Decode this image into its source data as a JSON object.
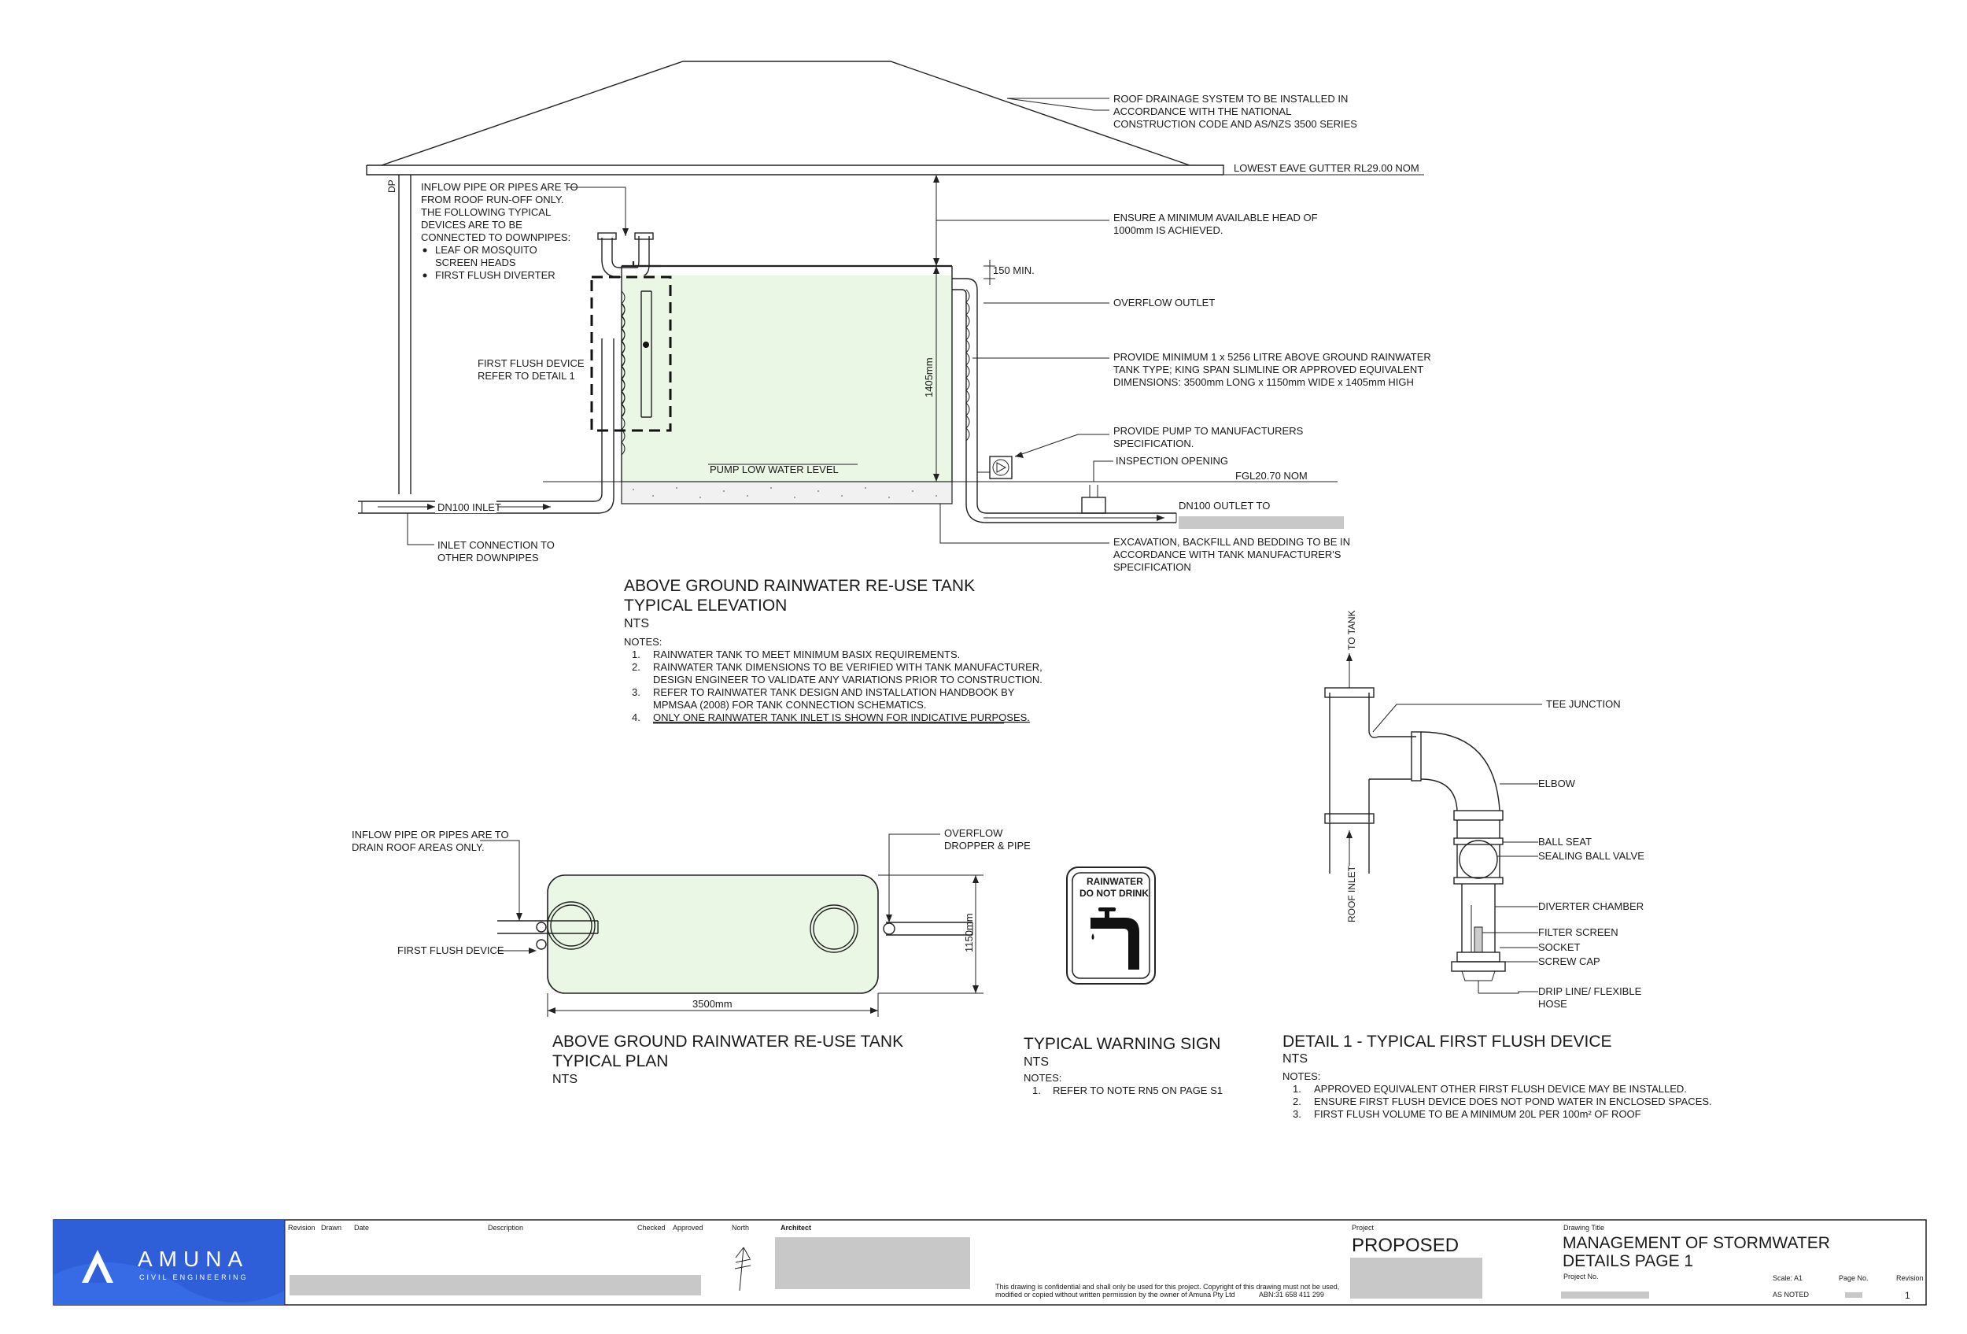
{
  "elevation": {
    "notes_roof": [
      "ROOF DRAINAGE SYSTEM TO BE INSTALLED IN",
      "ACCORDANCE WITH THE NATIONAL",
      "CONSTRUCTION CODE AND AS/NZS 3500 SERIES"
    ],
    "eave": "LOWEST EAVE GUTTER RL29.00 NOM",
    "dp": "DP",
    "inflow": [
      "INFLOW PIPE OR PIPES ARE TO",
      "FROM ROOF RUN-OFF ONLY.",
      "THE FOLLOWING TYPICAL",
      "DEVICES ARE TO BE",
      "CONNECTED TO DOWNPIPES:",
      "LEAF OR MOSQUITO",
      "SCREEN HEADS",
      "FIRST FLUSH DIVERTER"
    ],
    "head": [
      "ENSURE A MINIMUM AVAILABLE HEAD OF",
      "1000mm IS ACHIEVED."
    ],
    "min150": "150 MIN.",
    "overflow": "OVERFLOW OUTLET",
    "tank_spec": [
      "PROVIDE MINIMUM 1 x 5256 LITRE ABOVE GROUND RAINWATER",
      "TANK TYPE; KING SPAN SLIMLINE OR APPROVED EQUIVALENT",
      "DIMENSIONS: 3500mm LONG x 1150mm WIDE x 1405mm HIGH"
    ],
    "height_dim": "1405mm",
    "first_flush": [
      "FIRST FLUSH DEVICE",
      "REFER TO DETAIL 1"
    ],
    "pump": [
      "PROVIDE PUMP TO MANUFACTURERS",
      "SPECIFICATION."
    ],
    "inspection": "INSPECTION OPENING",
    "fgl": "FGL20.70 NOM",
    "pump_low": "PUMP LOW WATER LEVEL",
    "inlet": "DN100 INLET",
    "outlet": "DN100 OUTLET TO",
    "inlet_conn": [
      "INLET CONNECTION TO",
      "OTHER DOWNPIPES"
    ],
    "excavation": [
      "EXCAVATION, BACKFILL AND BEDDING TO BE IN",
      "ACCORDANCE WITH TANK MANUFACTURER'S",
      "SPECIFICATION"
    ],
    "title1": "ABOVE GROUND RAINWATER RE-USE TANK",
    "title2": "TYPICAL ELEVATION",
    "scale": "NTS",
    "notes_label": "NOTES:",
    "notes": [
      {
        "n": "1.",
        "lines": [
          "RAINWATER TANK TO MEET MINIMUM BASIX REQUIREMENTS."
        ]
      },
      {
        "n": "2.",
        "lines": [
          "RAINWATER TANK DIMENSIONS TO BE VERIFIED WITH TANK MANUFACTURER,",
          "DESIGN ENGINEER TO VALIDATE ANY VARIATIONS PRIOR TO CONSTRUCTION."
        ]
      },
      {
        "n": "3.",
        "lines": [
          "REFER TO RAINWATER TANK DESIGN AND INSTALLATION HANDBOOK BY",
          "MPMSAA (2008) FOR TANK CONNECTION SCHEMATICS."
        ]
      },
      {
        "n": "4.",
        "lines": [
          "ONLY ONE RAINWATER TANK INLET IS SHOWN FOR INDICATIVE PURPOSES."
        ]
      }
    ]
  },
  "plan": {
    "inflow": [
      "INFLOW PIPE OR PIPES ARE TO",
      "DRAIN ROOF AREAS ONLY."
    ],
    "overflow": [
      "OVERFLOW",
      "DROPPER & PIPE"
    ],
    "first_flush": "FIRST FLUSH DEVICE",
    "width_dim": "1150mm",
    "length_dim": "3500mm",
    "title1": "ABOVE GROUND RAINWATER RE-USE TANK",
    "title2": "TYPICAL PLAN",
    "scale": "NTS"
  },
  "sign": {
    "line1": "RAINWATER",
    "line2": "DO NOT DRINK",
    "title": "TYPICAL WARNING SIGN",
    "scale": "NTS",
    "notes_label": "NOTES:",
    "note_n": "1.",
    "note": "REFER TO NOTE RN5 ON PAGE S1"
  },
  "detail": {
    "to_tank": "TO TANK",
    "roof_inlet": "ROOF INLET",
    "labels": [
      "TEE JUNCTION",
      "ELBOW",
      "BALL SEAT",
      "SEALING BALL VALVE",
      "DIVERTER CHAMBER",
      "FILTER SCREEN",
      "SOCKET",
      "SCREW CAP",
      "DRIP LINE/ FLEXIBLE",
      "HOSE"
    ],
    "title": "DETAIL 1 - TYPICAL FIRST FLUSH DEVICE",
    "scale": "NTS",
    "notes_label": "NOTES:",
    "notes": [
      {
        "n": "1.",
        "text": "APPROVED EQUIVALENT OTHER FIRST FLUSH DEVICE MAY BE INSTALLED."
      },
      {
        "n": "2.",
        "text": "ENSURE FIRST FLUSH DEVICE DOES NOT POND WATER IN ENCLOSED SPACES."
      },
      {
        "n": "3.",
        "text": "FIRST FLUSH VOLUME TO BE A MINIMUM 20L PER 100m² OF ROOF"
      }
    ]
  },
  "title_block": {
    "logo_name": "AMUNA",
    "logo_sub": "CIVIL ENGINEERING",
    "logo_color": "#2f5fd8",
    "h_revision": "Revision",
    "h_drawn": "Drawn",
    "h_date": "Date",
    "h_description": "Description",
    "h_checked": "Checked",
    "h_approved": "Approved",
    "h_north": "North",
    "h_architect": "Architect",
    "confidential": [
      "This drawing is confidential and shall only be used for this project. Copyright of this drawing must not be used,",
      "modified or copied without written permission by the owner of Amuna Pty Ltd"
    ],
    "abn": "ABN:31 658 411 299",
    "project_label": "Project",
    "project": "PROPOSED",
    "drawing_title_label": "Drawing Title",
    "drawing_title1": "MANAGEMENT OF STORMWATER",
    "drawing_title2": "DETAILS PAGE 1",
    "project_no_label": "Project No.",
    "scale": "Scale: A1",
    "scale_value": "AS NOTED",
    "page_no_label": "Page No.",
    "revision_label": "Revision",
    "revision": "1"
  }
}
